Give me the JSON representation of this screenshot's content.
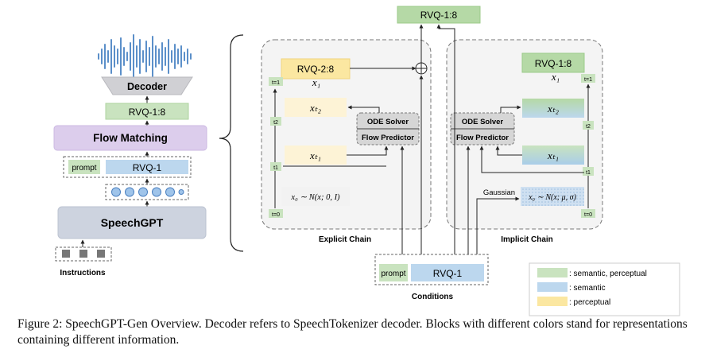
{
  "left_stack": {
    "decoder": "Decoder",
    "rvq_full": "RVQ-1:8",
    "flow_matching": "Flow Matching",
    "prompt": "prompt",
    "rvq_1": "RVQ-1",
    "speechgpt": "SpeechGPT",
    "instructions": "Instructions"
  },
  "top_output": "RVQ-1:8",
  "explicit_chain": {
    "title": "Explicit Chain",
    "rvq_block": "RVQ-2:8",
    "x1": "x₁",
    "xt2": "xₜ₂",
    "xt1": "xₜ₁",
    "x0": "x₀ ∼ N(x; 0, I)",
    "ode_solver": "ODE Solver",
    "flow_predictor": "Flow Predictor",
    "t_labels": [
      "t=1",
      "t2",
      "t1",
      "t=0"
    ]
  },
  "implicit_chain": {
    "title": "Implicit Chain",
    "rvq_block": "RVQ-1:8",
    "x1": "x₁",
    "xt2": "xₜ₂",
    "xt1": "xₜ₁",
    "x0": "x₀ ∼ N(x; μ, σ)",
    "gaussian": "Gaussian",
    "ode_solver": "ODE Solver",
    "flow_predictor": "Flow Predictor",
    "t_labels": [
      "t=1",
      "t2",
      "t1",
      "t=0"
    ]
  },
  "conditions": {
    "prompt": "prompt",
    "rvq_1": "RVQ-1",
    "title": "Conditions"
  },
  "legend": [
    {
      "label": ": semantic, perceptual",
      "color": "#c9e3bf"
    },
    {
      "label": ": semantic",
      "color": "#bcd7ee"
    },
    {
      "label": ": perceptual",
      "color": "#fbe7a1"
    }
  ],
  "caption": "Figure 2: SpeechGPT-Gen Overview. Decoder refers to SpeechTokenizer decoder. Blocks with different colors stand for representations containing different information.",
  "colors": {
    "green": "#c9e3bf",
    "green_dark": "#b5d9a6",
    "blue": "#bcd7ee",
    "yellow": "#fbe7a1",
    "yellow_light": "#fdf3d6",
    "purple": "#dccdec",
    "gray_block": "#cdd3df",
    "wave": "#5b8fc9"
  }
}
